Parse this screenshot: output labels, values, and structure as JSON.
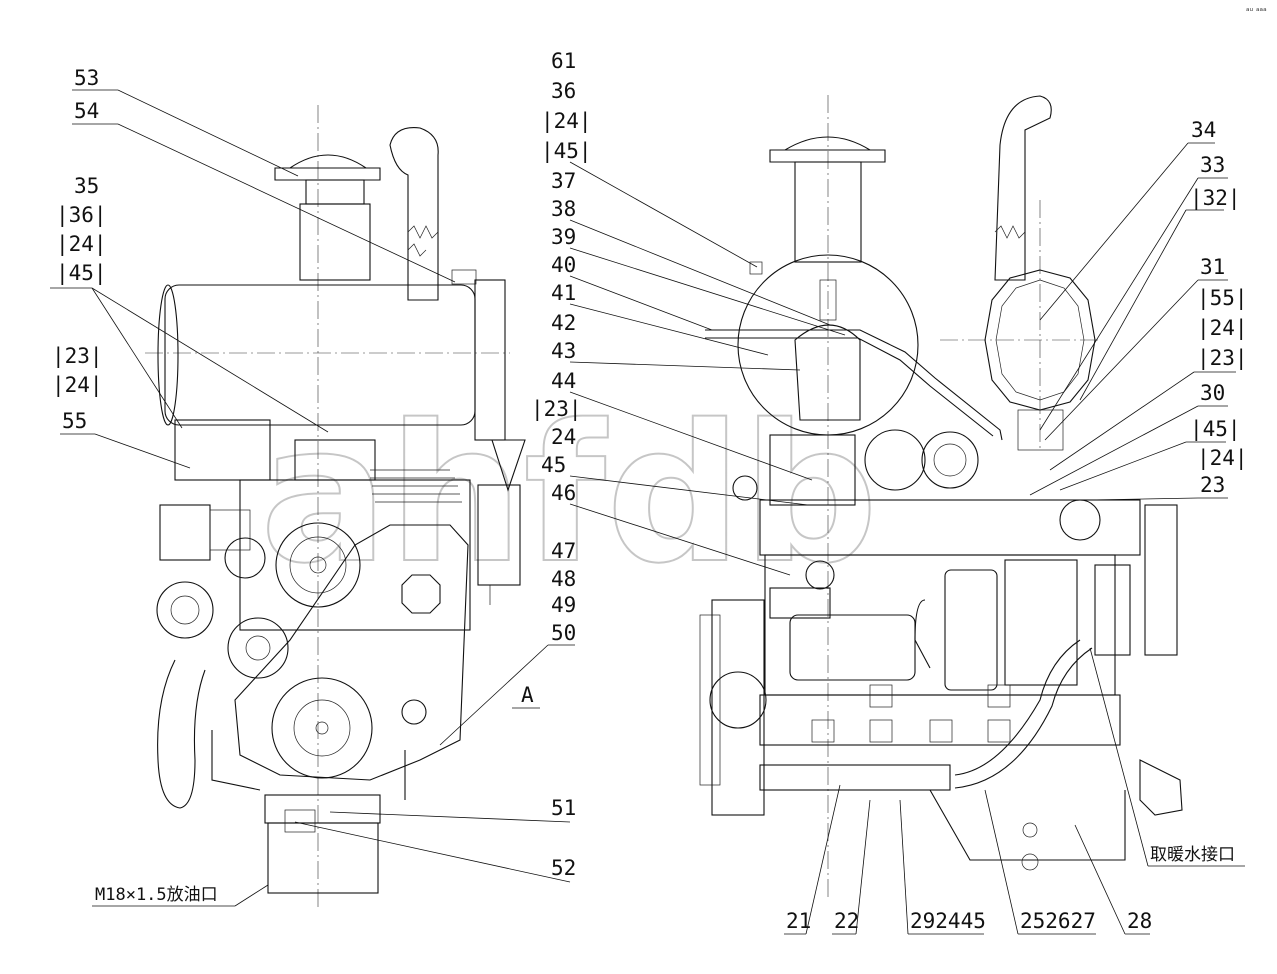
{
  "corner_mark": "ᵃᵘ ᵃᵃᵃ",
  "watermark": "ahfdb",
  "view_label": "A",
  "left_view": {
    "callouts_top": [
      "53",
      "54"
    ],
    "callout_35_stack": [
      "35",
      "|36|",
      "|24|",
      "|45|"
    ],
    "callout_23_stack": [
      "|23|",
      "|24|"
    ],
    "callout_55": "55",
    "callout_51": "51",
    "callout_52": "52",
    "callout_47_stack": [
      "47",
      "48",
      "49",
      "50"
    ],
    "drain_note": "M18×1.5放油口"
  },
  "right_view": {
    "callout_61_stack": [
      "61",
      "36",
      "|24|",
      "|45|"
    ],
    "callout_37_stack": [
      "37",
      "38",
      "39",
      "40",
      "41",
      "42",
      "43",
      "44"
    ],
    "callout_23_stack": [
      "|23|",
      "24",
      "45",
      "46"
    ],
    "callout_34": "34",
    "callout_33": "33",
    "callout_32": "|32|",
    "callout_31": "31",
    "callout_55_stack": [
      "|55|",
      "|24|",
      "|23|"
    ],
    "callout_30": "30",
    "callout_45": "|45|",
    "callout_24_stack": [
      "|24|",
      "23"
    ],
    "heater_note": "取暖水接口",
    "bottom_labels": [
      "21",
      "22",
      "292445",
      "252627",
      "28"
    ]
  }
}
